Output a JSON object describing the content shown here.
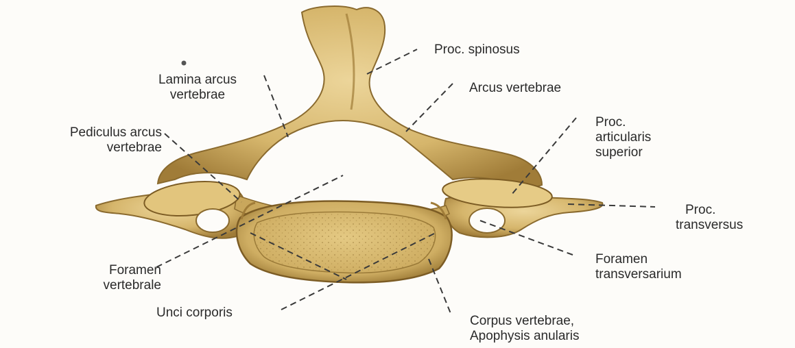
{
  "labels": {
    "proc_spinosus": "Proc. spinosus",
    "lamina_arcus_line1": "Lamina arcus",
    "lamina_arcus_line2": "vertebrae",
    "arcus_vertebrae": "Arcus vertebrae",
    "pediculus_line1": "Pediculus arcus",
    "pediculus_line2": "vertebrae",
    "proc_articularis_line1": "Proc.",
    "proc_articularis_line2": "articularis",
    "proc_articularis_line3": "superior",
    "proc_transversus_line1": "Proc.",
    "proc_transversus_line2": "transversus",
    "foramen_vertebrale_line1": "Foramen",
    "foramen_vertebrale_line2": "vertebrale",
    "foramen_transversarium_line1": "Foramen",
    "foramen_transversarium_line2": "transversarium",
    "unci_corporis": "Unci corporis",
    "corpus_line1": "Corpus vertebrae,",
    "corpus_line2": "Apophysis anularis"
  },
  "colors": {
    "bone": "#d6b66c",
    "bone_shadow": "#a07c38",
    "bone_highlight": "#ecd59a",
    "body_surface": "#d9bc74",
    "background": "#fdfcf9",
    "text": "#2a2a2a"
  }
}
